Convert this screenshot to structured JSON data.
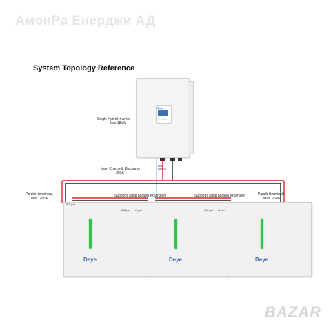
{
  "watermark": "АмонРа Енерджи АД",
  "title": "System Topology Reference",
  "inverter": {
    "label_line1": "Single Hybrid Inverter",
    "label_line2": "Max.18kW",
    "logo": "Deye",
    "port_label_line1": "BMS",
    "port_label_line2": "CAN2.0"
  },
  "charge_label_line1": "Max. Charge & Discharge",
  "charge_label_line2": "350A",
  "parallel_left_line1": "Parallel terminals,",
  "parallel_left_line2": "Max. 250A",
  "parallel_right_line1": "Parallel terminals,",
  "parallel_right_line2": "Max. 250A",
  "expansion_label": "Supports rapid parallel expansion",
  "ports": {
    "pcs": "PCS port",
    "out": "OUT port",
    "in": "IN port"
  },
  "batteries": [
    {
      "logo": "Deye"
    },
    {
      "logo": "Deye"
    },
    {
      "logo": "Deye"
    }
  ],
  "corner_watermark": "BAZAR",
  "colors": {
    "positive": "#d42b24",
    "negative": "#1a1a1a",
    "comm": "#6a98d0",
    "led": "#34c24a",
    "brand": "#3e64b0"
  }
}
